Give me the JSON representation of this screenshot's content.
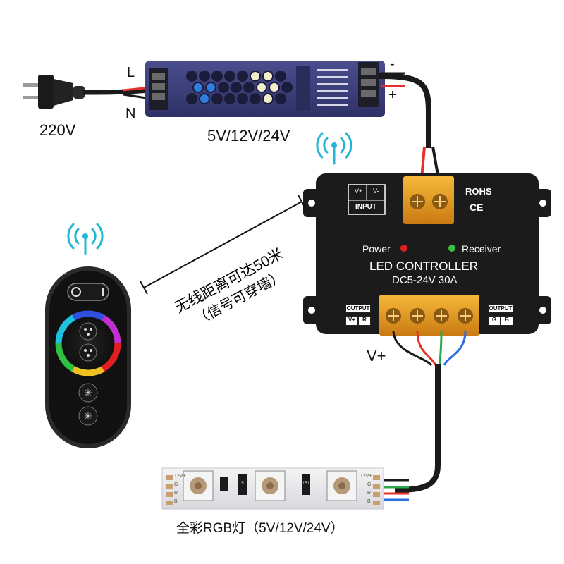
{
  "labels": {
    "mains_voltage": "220V",
    "plug_live": "L",
    "plug_neutral": "N",
    "psu_voltage": "5V/12V/24V",
    "psu_minus": "-",
    "psu_plus": "+",
    "wireless_distance_line1": "无线距离可达50米",
    "wireless_distance_line2": "（信号可穿墙）",
    "output_vplus": "V+",
    "strip_caption": "全彩RGB灯（5V/12V/24V）"
  },
  "controller": {
    "title": "LED CONTROLLER",
    "rating": "DC5-24V  30A",
    "power_label": "Power",
    "receiver_label": "Receiver",
    "input_label": "INPUT",
    "input_vplus": "V+",
    "input_vminus": "V-",
    "rohs": "ROHS",
    "ce": "CE",
    "output_left_title": "OUTPUT",
    "output_left_v": "V+",
    "output_left_r": "R",
    "output_right_title": "OUTPUT",
    "output_right_g": "G",
    "output_right_b": "B"
  },
  "strip": {
    "left_pads": [
      "12V+",
      "G",
      "R",
      "B"
    ],
    "right_pads": [
      "12V+",
      "G",
      "R",
      "B"
    ],
    "resistor_marks": [
      "151",
      "151"
    ]
  },
  "colors": {
    "wire_red": "#e8302a",
    "wire_green": "#2aa84a",
    "wire_blue": "#2a6fe0",
    "wire_black": "#1a1a1a",
    "signal_cyan": "#22b7d4",
    "controller_body": "#1b1b1b",
    "terminal_orange": "#f0a020",
    "psu_body": "#3c3f7a",
    "power_led": "#e02020",
    "receiver_led": "#38c040"
  },
  "icons": [
    "wifi-signal-icon",
    "power-plug-icon",
    "power-supply-icon",
    "led-controller-icon",
    "rgb-remote-icon",
    "rgb-led-strip-icon"
  ]
}
